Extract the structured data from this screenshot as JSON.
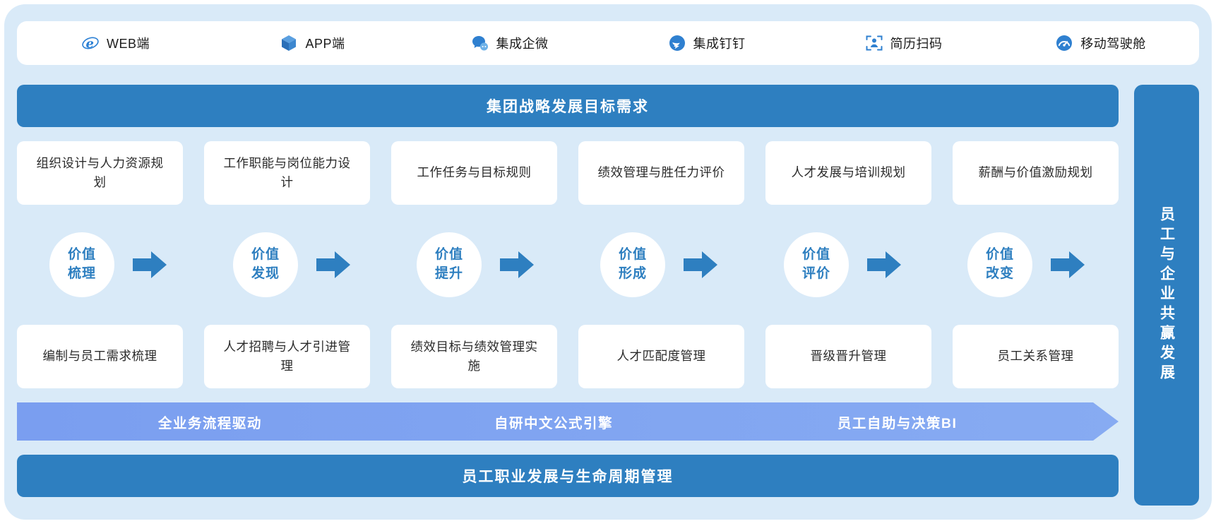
{
  "top_bar": {
    "items": [
      {
        "label": "WEB端",
        "icon": "ie-browser-icon"
      },
      {
        "label": "APP端",
        "icon": "cube-icon"
      },
      {
        "label": "集成企微",
        "icon": "wecom-chat-icon"
      },
      {
        "label": "集成钉钉",
        "icon": "dingtalk-icon"
      },
      {
        "label": "简历扫码",
        "icon": "resume-scan-icon"
      },
      {
        "label": "移动驾驶舱",
        "icon": "dashboard-gauge-icon"
      }
    ]
  },
  "banners": {
    "strategy": "集团战略发展目标需求",
    "lifecycle": "员工职业发展与生命周期管理",
    "side": "员工与企业共赢发展"
  },
  "top_cards": [
    "组织设计与人力资源规划",
    "工作职能与岗位能力设计",
    "工作任务与目标规则",
    "绩效管理与胜任力评价",
    "人才发展与培训规划",
    "薪酬与价值激励规划"
  ],
  "value_steps": [
    "价值\n梳理",
    "价值\n发现",
    "价值\n提升",
    "价值\n形成",
    "价值\n评价",
    "价值\n改变"
  ],
  "bottom_cards": [
    "编制与员工需求梳理",
    "人才招聘与人才引进管理",
    "绩效目标与绩效管理实施",
    "人才匹配度管理",
    "晋级晋升管理",
    "员工关系管理"
  ],
  "engine_banner": {
    "items": [
      "全业务流程驱动",
      "自研中文公式引擎",
      "员工自助与决策BI"
    ]
  },
  "colors": {
    "primary_blue": "#2e7fc0",
    "light_banner_blue": "#80a4f0",
    "panel_background": "#d9eaf8",
    "card_background": "#ffffff"
  }
}
